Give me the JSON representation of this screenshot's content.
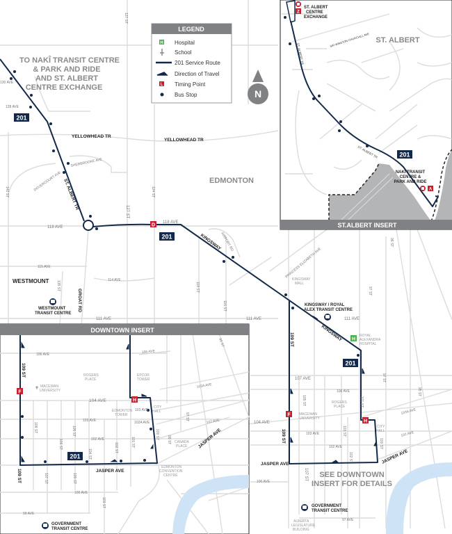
{
  "colors": {
    "route": "#13294b",
    "timing_point": "#c8202f",
    "hospital": "#4caf50",
    "header": "#808184",
    "river": "#cfe3f6",
    "road": "#dcdcdc"
  },
  "legend": {
    "title": "LEGEND",
    "items": [
      {
        "icon": "hospital-icon",
        "label": "Hospital"
      },
      {
        "icon": "school-icon",
        "label": "School"
      },
      {
        "icon": "route-line-icon",
        "label": "201 Service Route"
      },
      {
        "icon": "direction-arrow-icon",
        "label": "Direction of Travel"
      },
      {
        "icon": "timing-point-icon",
        "label": "Timing Point"
      },
      {
        "icon": "bus-stop-icon",
        "label": "Bus Stop"
      }
    ],
    "hospital_glyph": "H",
    "timing_glyph": "L"
  },
  "north": "N",
  "route_number": "201",
  "main": {
    "to_label": [
      "TO NAKÎ TRANSIT CENTRE",
      "& PARK AND RIDE",
      "AND ST. ALBERT",
      "CENTRE EXCHANGE"
    ],
    "edmonton": "EDMONTON",
    "westmount": "WESTMOUNT",
    "westmount_tc": [
      "WESTMOUNT",
      "TRANSIT CENTRE"
    ],
    "kingsway_tc": [
      "KINGSWAY / ROYAL",
      "ALEX TRANSIT CENTRE"
    ],
    "royal_alex": [
      "ROYAL",
      "ALEXANDRA",
      "HOSPITAL"
    ],
    "kingsway_mall": [
      "KINGSWAY",
      "MALL"
    ],
    "macewan": [
      "MACEWAN",
      "UNIVERSITY"
    ],
    "rogers": [
      "ROGERS",
      "PLACE"
    ],
    "city_hall": [
      "CITY",
      "HALL"
    ],
    "see_downtown": [
      "SEE DOWNTOWN",
      "INSERT FOR DETAILS"
    ],
    "government_tc": [
      "GOVERNMENT",
      "TRANSIT CENTRE"
    ],
    "legislature": [
      "ALBERTA",
      "LEGISLATURE",
      "BUILDING"
    ],
    "timing_d": "D",
    "timing_f": "F",
    "timing_h": "H",
    "streets": {
      "s130": "130 AVE",
      "s128": "128 AVE",
      "yellowhead": "YELLOWHEAD TR",
      "sherbrooke": "SHERBROOKE AVE",
      "dovercourt": "DOVERCOURT AVE",
      "st_albert_tr": "ST. ALBERT TR",
      "s127": "127 ST",
      "s124": "124 ST",
      "s142": "142 ST",
      "s118": "118 AVE",
      "s115": "115 AVE",
      "s114": "114 AVE",
      "s135": "135 ST",
      "groat": "GROAT RD",
      "s111": "111 AVE",
      "kingsway": "KINGSWAY",
      "airport": "AIRPORT RD",
      "s116": "116 ST",
      "s118st": "118 ST",
      "princess": "PRINCESS ELIZABETH AVE",
      "s109": "109 ST",
      "s107ave": "107 AVE",
      "s106ave": "106 AVE",
      "s104ave": "104 AVE",
      "s103ave": "103 AVE",
      "s102ave": "102 AVE",
      "s103aave": "103A AVE",
      "jasper": "JASPER AVE",
      "s100ave": "100 AVE",
      "s97ave": "97 AVE",
      "s101st": "101 ST",
      "s100st": "100 ST",
      "s97st": "97 ST",
      "s95st": "95 ST",
      "s105st": "105 ST",
      "s103st": "103 ST",
      "s102st": "102 ST",
      "s107st": "107 ST",
      "s106st": "106 ST",
      "s96st": "96 ST"
    }
  },
  "st_albert_insert": {
    "title": "ST.ALBERT INSERT",
    "city": "ST. ALBERT",
    "exchange": [
      "ST. ALBERT",
      "CENTRE",
      "EXCHANGE"
    ],
    "naki": [
      "NAKÎ TRANSIT",
      "CENTRE &",
      "PARK AND RIDE"
    ],
    "timing_z": "Z",
    "timing_a": "A",
    "streets": {
      "churchill": "SIR WINSTON CHURCHILL AVE",
      "st_albert_tr": "ST. ALBERT TR",
      "st_albert_rd": "ST. ALBERT TR"
    }
  },
  "downtown_insert": {
    "title": "DOWNTOWN INSERT",
    "rogers": [
      "ROGERS",
      "PLACE"
    ],
    "epcor": [
      "EPCOR",
      "TOWER"
    ],
    "macewan": [
      "MACEWAN",
      "UNIVERSITY"
    ],
    "edmonton_tower": [
      "EDMONTON",
      "TOWER"
    ],
    "city_hall": [
      "CITY",
      "HALL"
    ],
    "canada_place": [
      "CANADA",
      "PLACE"
    ],
    "convention": [
      "EDMONTON",
      "CONVENTION",
      "CENTRE"
    ],
    "government_tc": [
      "GOVERNMENT",
      "TRANSIT CENTRE"
    ],
    "timing_f": "F",
    "timing_h": "H",
    "streets": {
      "s106ave": "106 AVE",
      "s104ave": "104 AVE",
      "s103ave": "103 AVE",
      "s102ave": "102 AVE",
      "s102aave": "102A AVE",
      "s103ave2": "103 AVE",
      "s103aave": "103A AVE",
      "jasper": "JASPER AVE",
      "jasper2": "JASPER AVE",
      "s100ave": "100 AVE",
      "s99ave": "99 AVE",
      "s109st": "109 ST",
      "s108st": "108 ST",
      "s107st": "107 ST",
      "s106st": "106 ST",
      "s105st": "105 ST",
      "s104st": "104 ST",
      "s103st": "103 ST",
      "s102st": "102 ST",
      "s101st": "101 ST",
      "s100st": "100 ST",
      "s99st": "99 ST",
      "s97st": "97 ST",
      "s96st": "96 ST",
      "s105st2": "105 ST"
    }
  }
}
